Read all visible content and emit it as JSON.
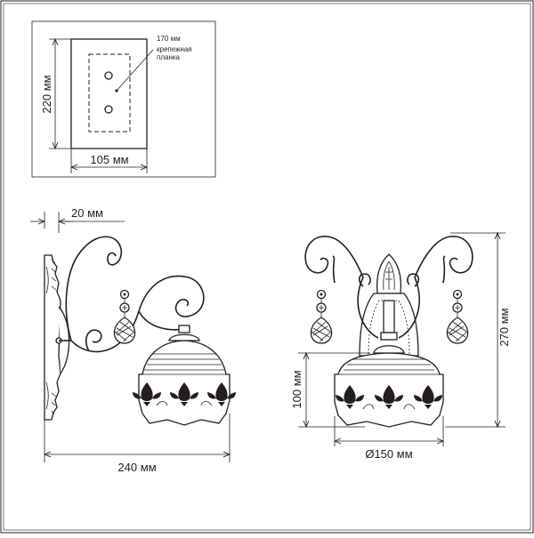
{
  "plate": {
    "height": "220 мм",
    "width": "105 мм",
    "bar_length": "170 мм",
    "bar_label_line1": "крепежная",
    "bar_label_line2": "планка"
  },
  "side_view": {
    "offset": "20 мм",
    "width": "240 мм"
  },
  "front_view": {
    "shade_height": "100 мм",
    "total_height": "270 мм",
    "diameter": "Ø150 мм"
  },
  "colors": {
    "line": "#231f20",
    "background": "#ffffff"
  }
}
